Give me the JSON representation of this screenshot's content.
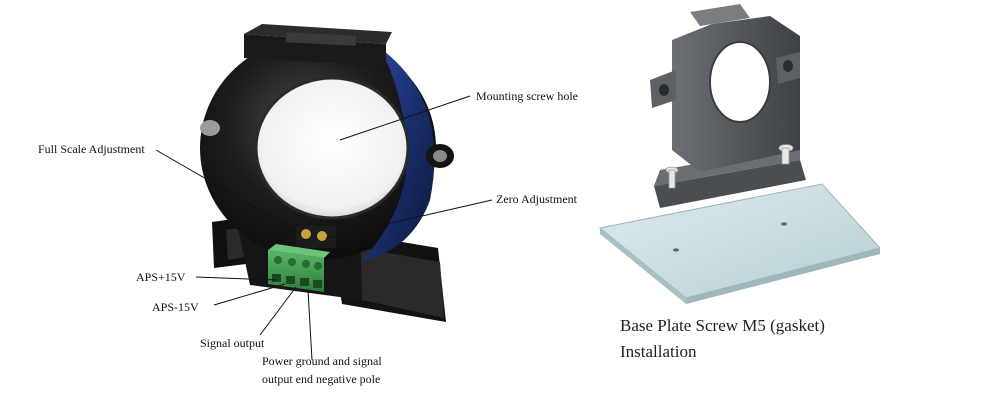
{
  "labels": {
    "mounting_screw_hole": "Mounting screw hole",
    "full_scale_adjustment": "Full Scale Adjustment",
    "zero_adjustment": "Zero Adjustment",
    "aps_plus": "APS+15V",
    "aps_minus": "APS-15V",
    "signal_output": "Signal output",
    "power_ground_line1": "Power ground and signal",
    "power_ground_line2": "output end negative pole"
  },
  "caption": {
    "line1": "Base Plate Screw M5 (gasket)",
    "line2": "Installation"
  },
  "colors": {
    "sensor_body": "#1a1a1a",
    "sensor_highlight": "#3a55a8",
    "terminal_block": "#3c9a4a",
    "cad_body": "#5a5d62",
    "plate": "#cfe0e3"
  }
}
